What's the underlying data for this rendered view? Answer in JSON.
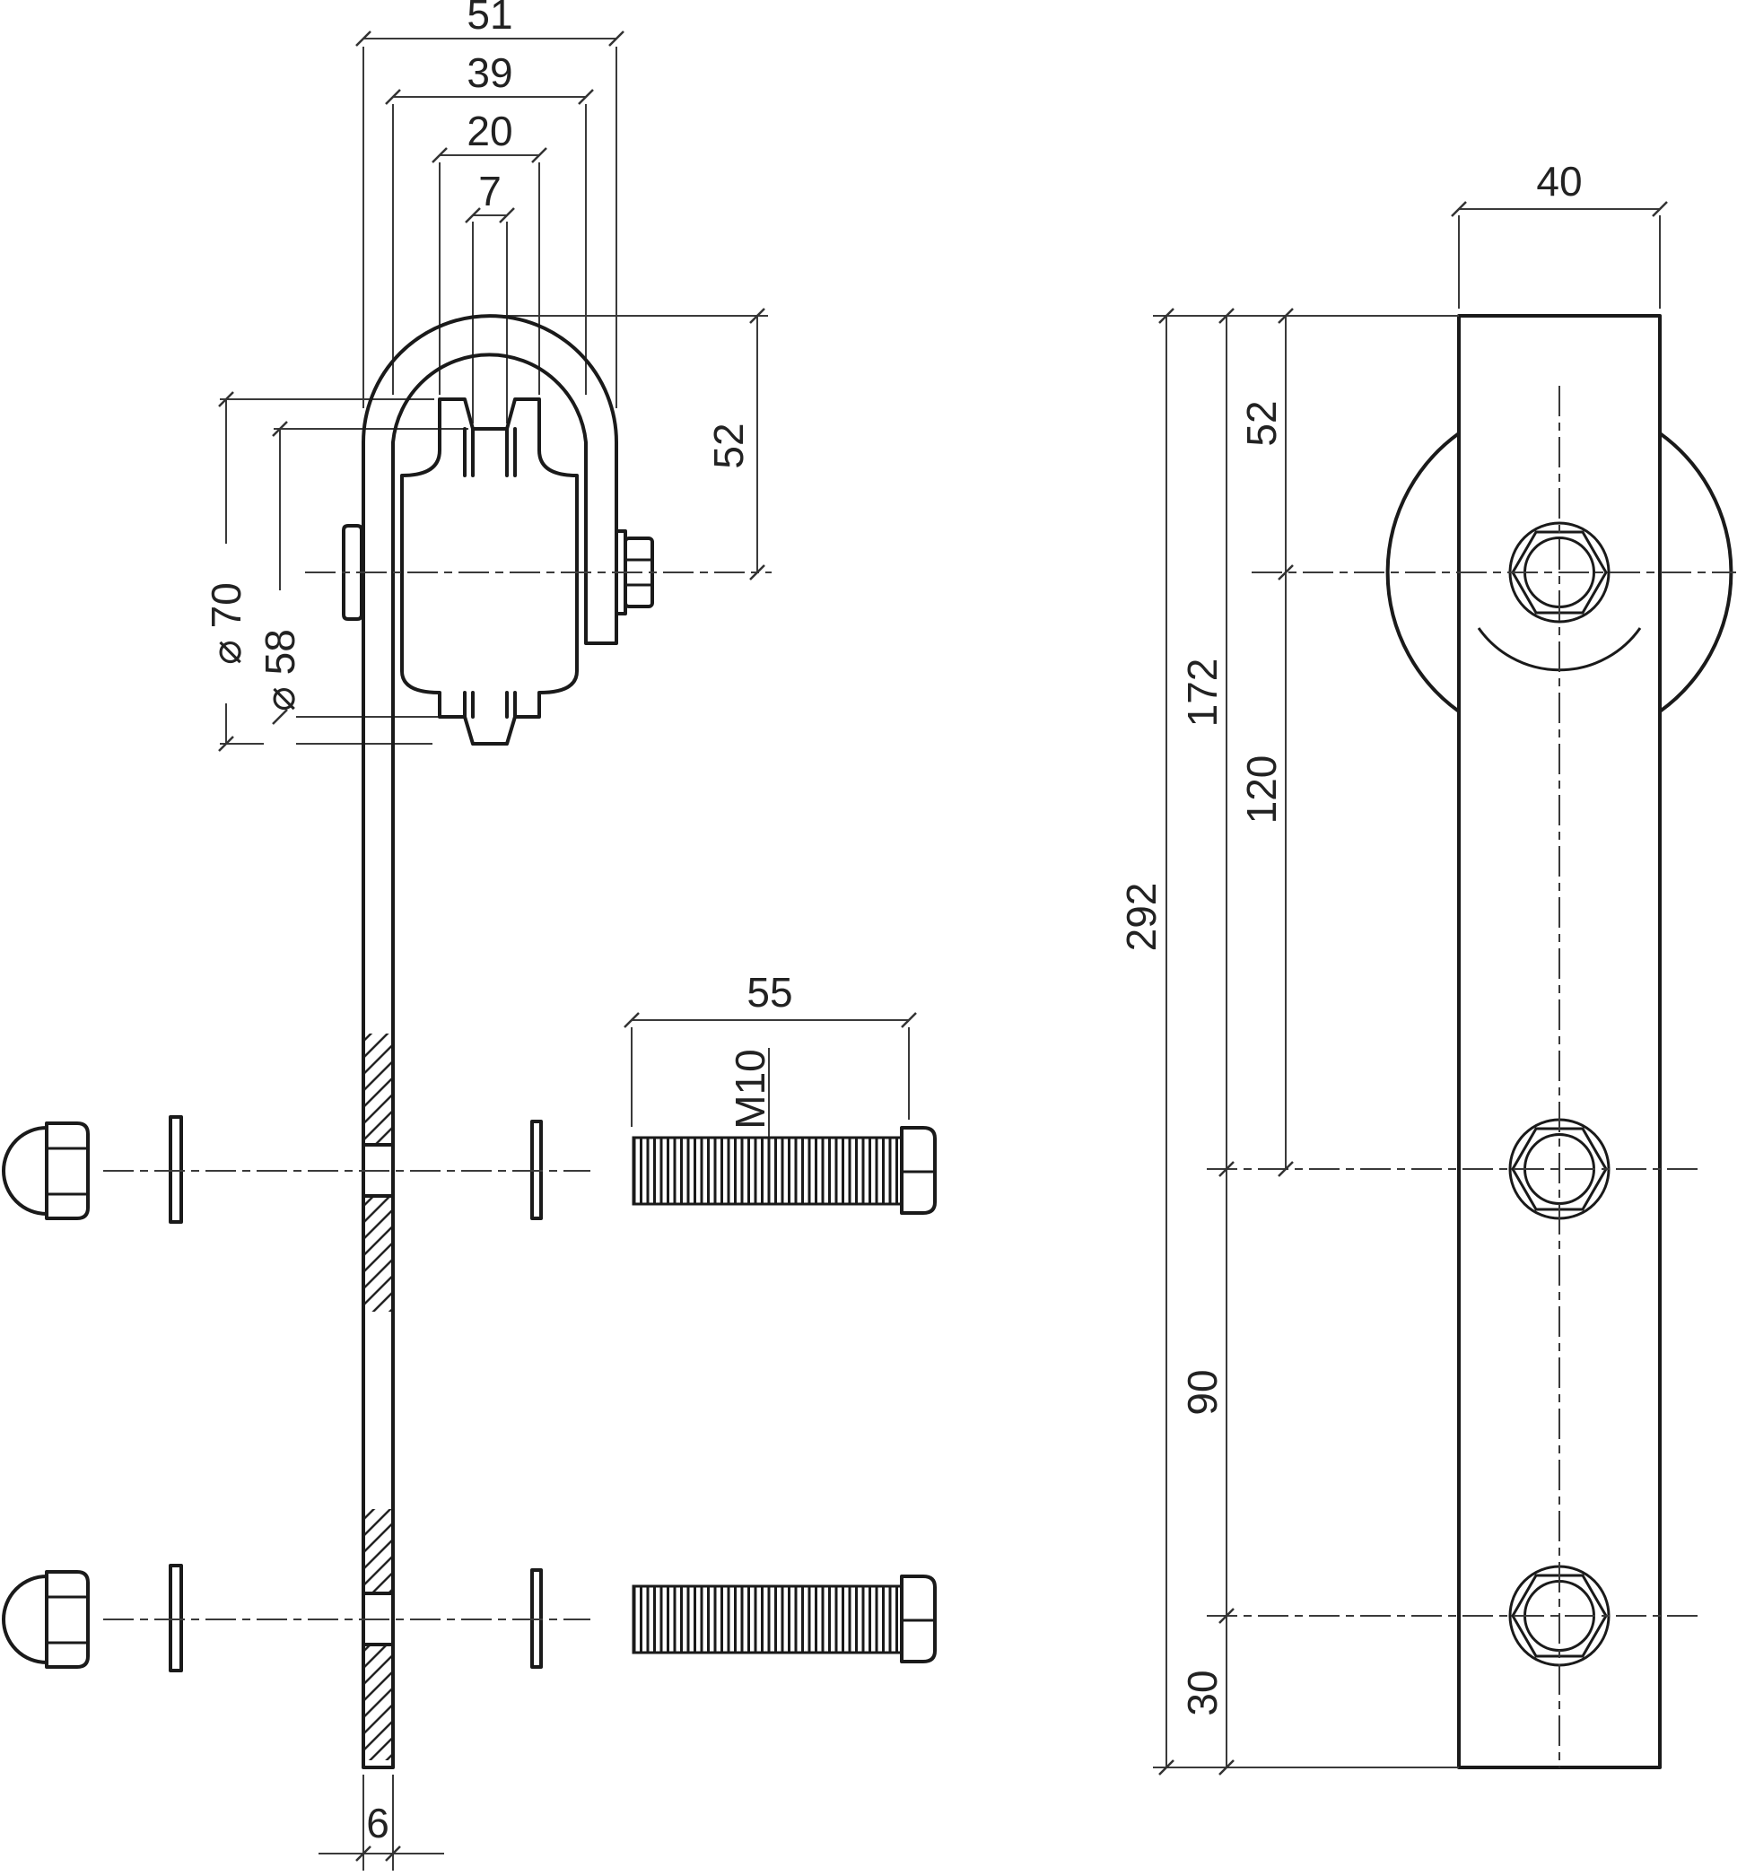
{
  "drawing": {
    "colors": {
      "line": "#1a1a1a",
      "thin_line": "#3a3a3a",
      "background": "#ffffff"
    },
    "left_view": {
      "dimensions": {
        "bracket_outer_width": "51",
        "bracket_inner_width": "39",
        "wheel_width": "20",
        "groove_width": "7",
        "wheel_outer_diameter": "⌀ 70",
        "wheel_groove_diameter": "⌀ 58",
        "arch_height": "52",
        "bolt_length": "55",
        "bolt_thread": "M10",
        "strap_thickness": "6"
      }
    },
    "right_view": {
      "dimensions": {
        "strap_width": "40",
        "top_to_axle": "52",
        "top_to_middle_hole": "172",
        "axle_to_middle_hole": "120",
        "strap_total_length": "292",
        "hole_spacing": "90",
        "hole_to_bottom": "30"
      }
    }
  }
}
